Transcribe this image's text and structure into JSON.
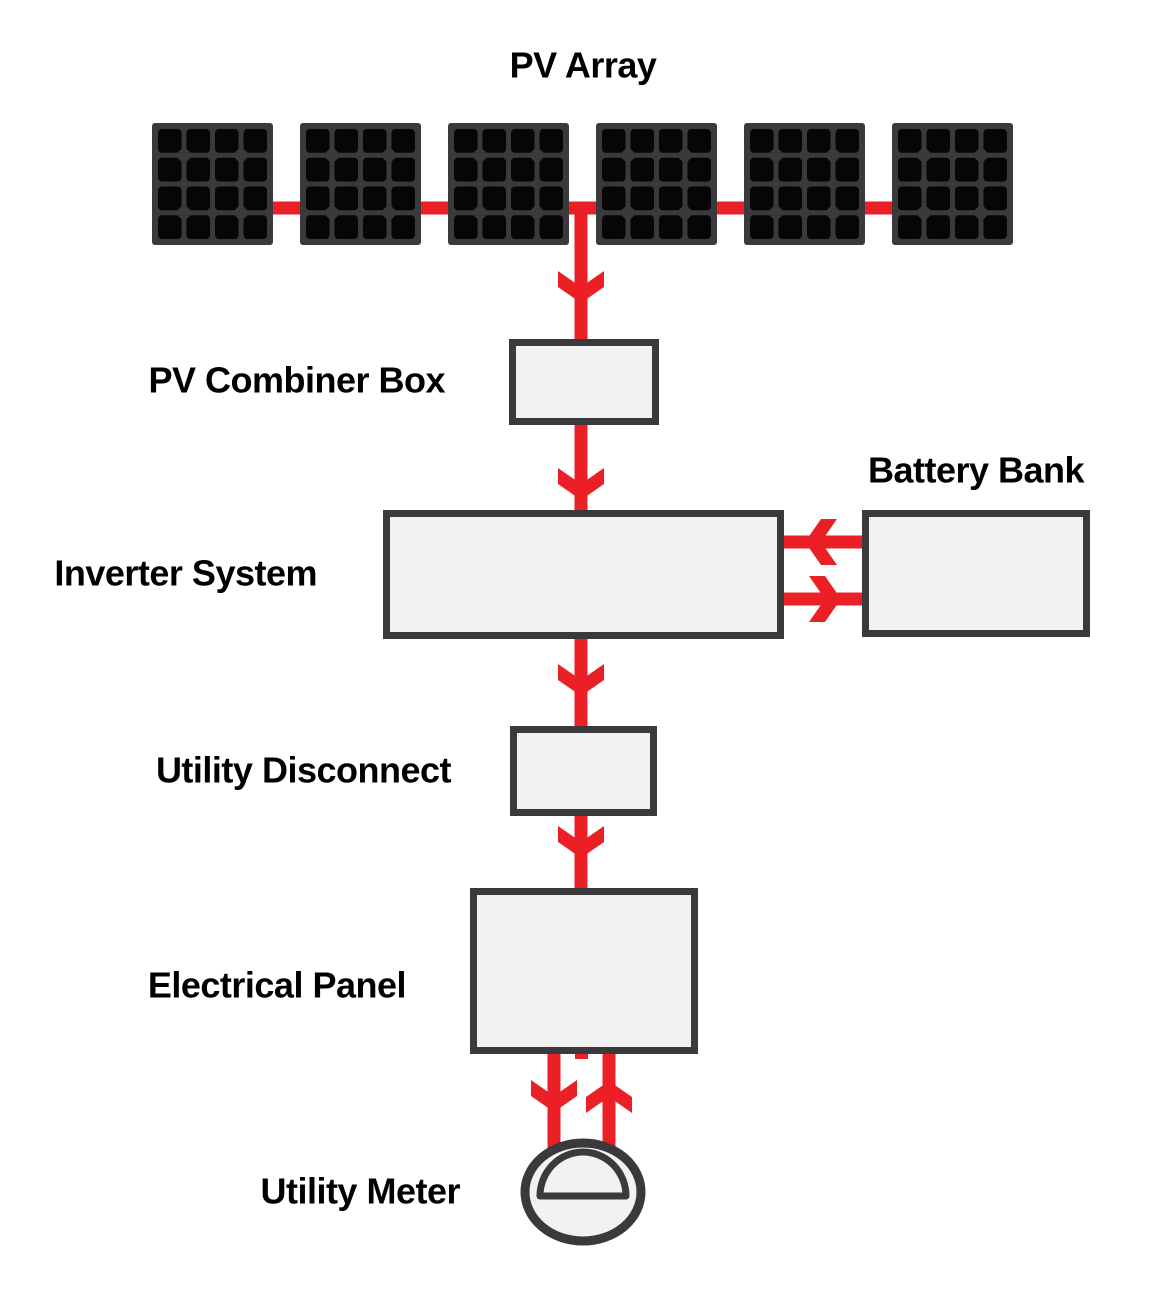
{
  "diagram": {
    "type": "solar-pv-system-flow-diagram",
    "colors": {
      "flow_red": "#eb2027",
      "outline_dark": "#3a3a3c",
      "box_fill": "#f2f2f2",
      "panel_cell_black": "#060606",
      "label_text": "#000000",
      "background": "#ffffff"
    },
    "pv_array": {
      "label": "PV Array",
      "panel_count": 6
    },
    "nodes": {
      "pv_combiner_box": {
        "label": "PV Combiner Box"
      },
      "inverter_system": {
        "label": "Inverter System"
      },
      "battery_bank": {
        "label": "Battery Bank"
      },
      "utility_disconnect": {
        "label": "Utility Disconnect"
      },
      "electrical_panel": {
        "label": "Electrical Panel"
      },
      "utility_meter": {
        "label": "Utility Meter"
      }
    },
    "connections": [
      {
        "from": "pv_array",
        "to": "pv_combiner_box",
        "direction": "down"
      },
      {
        "from": "pv_combiner_box",
        "to": "inverter_system",
        "direction": "down"
      },
      {
        "from": "battery_bank",
        "to": "inverter_system",
        "direction": "left"
      },
      {
        "from": "inverter_system",
        "to": "battery_bank",
        "direction": "right"
      },
      {
        "from": "inverter_system",
        "to": "utility_disconnect",
        "direction": "down"
      },
      {
        "from": "utility_disconnect",
        "to": "electrical_panel",
        "direction": "down"
      },
      {
        "from": "electrical_panel",
        "to": "utility_meter",
        "direction": "down"
      },
      {
        "from": "utility_meter",
        "to": "electrical_panel",
        "direction": "up"
      }
    ]
  }
}
